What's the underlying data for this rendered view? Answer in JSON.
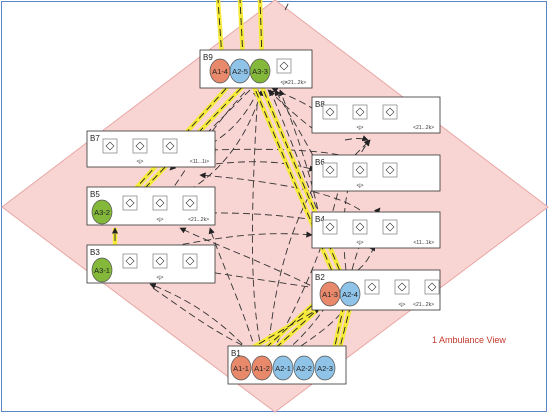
{
  "view_label": "1 Ambulance View",
  "colors": {
    "background_diamond": "#f8d5d3",
    "diamond_border": "#e8a7a4",
    "frame_border": "#5b86c8",
    "orange_ambulance": "#e8896c",
    "blue_ambulance": "#8fc3e8",
    "green_ambulance": "#83b83b",
    "highlight_route": "#f5ea3a",
    "route_line": "#333333",
    "view_label": "#c0392b"
  },
  "nodes": [
    {
      "id": "B9",
      "label": "B9",
      "ambulances": [
        {
          "label": "A1-4",
          "color": "orange"
        },
        {
          "label": "A2-5",
          "color": "blue"
        },
        {
          "label": "A3-3",
          "color": "green"
        }
      ],
      "capacity": "<21...2k>"
    },
    {
      "id": "B8",
      "label": "B8",
      "ambulances": [],
      "capacity": "<21...2k>"
    },
    {
      "id": "B7",
      "label": "B7",
      "ambulances": [],
      "capacity": "<11...1i>"
    },
    {
      "id": "B6",
      "label": "B6",
      "ambulances": [],
      "capacity": ""
    },
    {
      "id": "B5",
      "label": "B5",
      "ambulances": [
        {
          "label": "A3-2",
          "color": "green"
        }
      ],
      "capacity": "<21...2k>"
    },
    {
      "id": "B4",
      "label": "B4",
      "ambulances": [],
      "capacity": "<11...1k>"
    },
    {
      "id": "B3",
      "label": "B3",
      "ambulances": [
        {
          "label": "A3-1",
          "color": "green"
        }
      ],
      "capacity": ""
    },
    {
      "id": "B2",
      "label": "B2",
      "ambulances": [
        {
          "label": "A1-3",
          "color": "orange"
        },
        {
          "label": "A2-4",
          "color": "blue"
        }
      ],
      "capacity": "<21...2k>"
    },
    {
      "id": "B1",
      "label": "B1",
      "ambulances": [
        {
          "label": "A1-1",
          "color": "orange"
        },
        {
          "label": "A1-2",
          "color": "orange"
        },
        {
          "label": "A2-1",
          "color": "blue"
        },
        {
          "label": "A2-2",
          "color": "blue"
        },
        {
          "label": "A2-3",
          "color": "blue"
        }
      ],
      "capacity": ""
    }
  ],
  "transition_labels": [
    "-j-",
    "<j>"
  ]
}
